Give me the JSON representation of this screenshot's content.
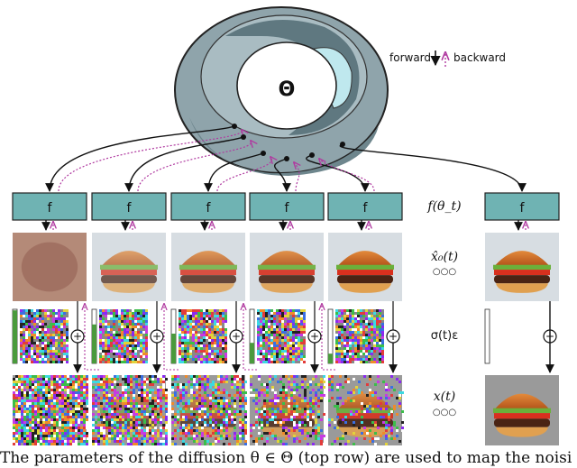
{
  "diagram": {
    "theta_label": "Θ",
    "legend": {
      "forward_label": "forward",
      "backward_label": "backward"
    },
    "function_label": "f",
    "row_labels": {
      "f_theta": "f(θ_t)",
      "x0_hat": "x̂₀(t)",
      "sigma_eps": "σ(t)ε",
      "x_t": "x(t)",
      "ellipsis": "○○○"
    },
    "plus_symbol": "⊕",
    "noise_levels": [
      0.98,
      0.72,
      0.55,
      0.38,
      0.18,
      0.0
    ],
    "colors": {
      "function_box": "#6fb3b3",
      "torus_outer": "#8fa4ab",
      "torus_mid": "#a9bcc2",
      "torus_inner_dark": "#5f7880",
      "torus_highlight": "#bfe8ee",
      "backward_arrow": "#b03aa0",
      "sigma_bar": "#4a9a3c"
    }
  },
  "caption_text": "The parameters of the diffusion θ ∈ Θ (top row) are used to map the noisi"
}
